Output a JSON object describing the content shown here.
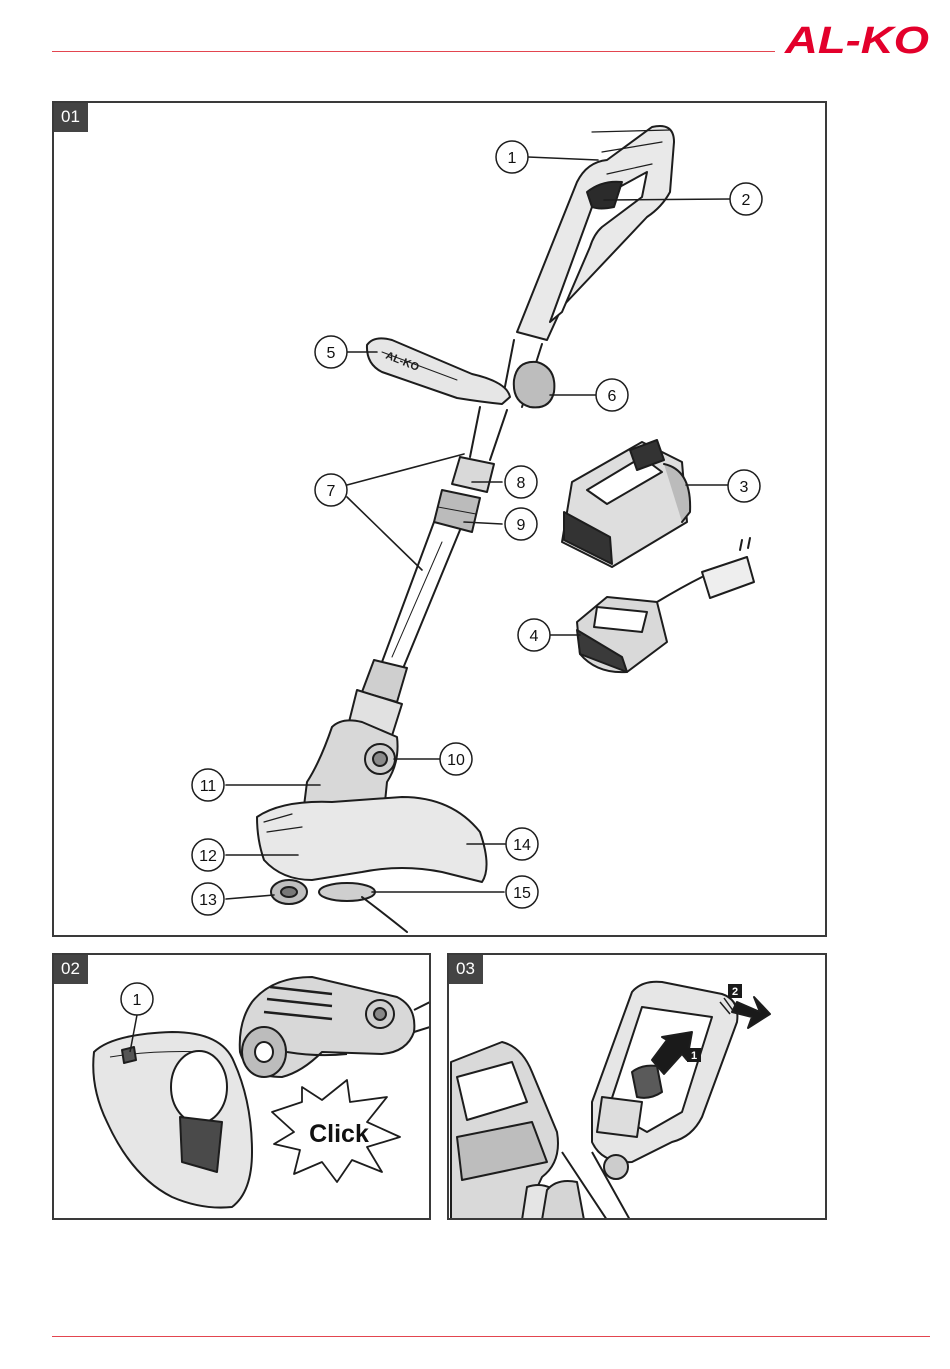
{
  "brand": {
    "logo_text": "AL-KO",
    "accent_color": "#e3002b"
  },
  "figures": [
    {
      "id": "01",
      "callouts": [
        "1",
        "2",
        "3",
        "4",
        "5",
        "6",
        "7",
        "8",
        "9",
        "10",
        "11",
        "12",
        "13",
        "14",
        "15"
      ],
      "handle_brand_text": "AL-KO"
    },
    {
      "id": "02",
      "callouts": [
        "1"
      ],
      "burst_text": "Click"
    },
    {
      "id": "03",
      "steps": [
        "1",
        "2"
      ]
    }
  ]
}
